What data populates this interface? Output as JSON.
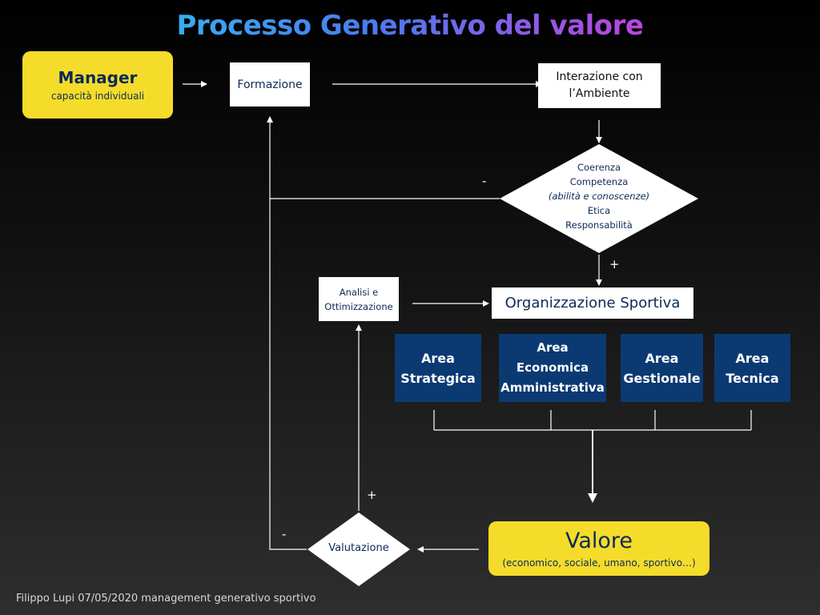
{
  "title": "Processo Generativo del valore",
  "manager": {
    "title": "Manager",
    "subtitle": "capacità individuali"
  },
  "formazione": {
    "label": "Formazione"
  },
  "interazione": {
    "line1": "Interazione con",
    "line2": "l’Ambiente"
  },
  "decision": {
    "lines": [
      "Coerenza",
      "Competenza",
      "(abilità e conoscenze)",
      "Etica",
      "Responsabilità"
    ],
    "minus_label": "-",
    "plus_label": "+"
  },
  "analisi": {
    "line1": "Analisi e",
    "line2": "Ottimizzazione"
  },
  "organizzazione": {
    "label": "Organizzazione Sportiva"
  },
  "areas": [
    {
      "line1": "Area",
      "line2": "Strategica",
      "line3": ""
    },
    {
      "line1": "Area",
      "line2": "Economica",
      "line3": "Amministrativa"
    },
    {
      "line1": "Area",
      "line2": "Gestionale",
      "line3": ""
    },
    {
      "line1": "Area",
      "line2": "Tecnica",
      "line3": ""
    }
  ],
  "valore": {
    "title": "Valore",
    "subtitle": "(economico, sociale, umano, sportivo…)"
  },
  "valutazione": {
    "label": "Valutazione",
    "plus_label": "+",
    "minus_label": "-"
  },
  "footer": "Filippo Lupi 07/05/2020 management generativo sportivo"
}
